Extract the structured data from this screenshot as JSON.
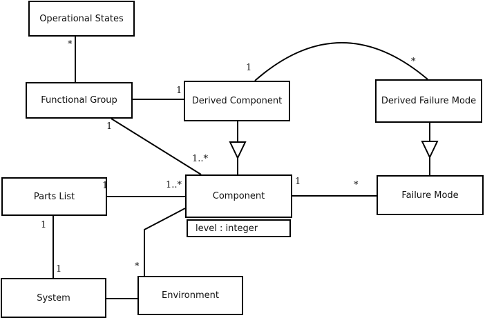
{
  "diagram": {
    "type": "uml-class-diagram",
    "colors": {
      "line": "#000000",
      "background": "#ffffff",
      "text": "#111111"
    },
    "nodes": {
      "operational_states": {
        "label": "Operational States"
      },
      "functional_group": {
        "label": "Functional Group"
      },
      "derived_component": {
        "label": "Derived Component"
      },
      "derived_failure_mode": {
        "label": "Derived Failure Mode"
      },
      "parts_list": {
        "label": "Parts List"
      },
      "component": {
        "label": "Component",
        "attributes": [
          "level : integer"
        ]
      },
      "failure_mode": {
        "label": "Failure Mode"
      },
      "system": {
        "label": "System"
      },
      "environment": {
        "label": "Environment"
      }
    },
    "multiplicities": {
      "os_fg_star": "*",
      "fg_dc_one": "1",
      "fg_comp_one": "1",
      "fg_comp_many": "1..*",
      "dc_dfm_one": "1",
      "dc_dfm_star": "*",
      "comp_fm_one": "1",
      "comp_fm_star": "*",
      "pl_comp_one": "1",
      "pl_comp_many": "1..*",
      "pl_sys_one_top": "1",
      "pl_sys_one_bottom": "1",
      "comp_env_star": "*"
    },
    "edges": [
      {
        "from": "Operational States",
        "to": "Functional Group",
        "type": "association",
        "from_end_multiplicity": "*"
      },
      {
        "from": "Functional Group",
        "to": "Derived Component",
        "type": "association",
        "to_end_multiplicity": "1"
      },
      {
        "from": "Functional Group",
        "to": "Component",
        "type": "association",
        "from_end_multiplicity": "1",
        "to_end_multiplicity": "1..*"
      },
      {
        "from": "Derived Component",
        "to": "Component",
        "type": "generalization"
      },
      {
        "from": "Derived Component",
        "to": "Derived Failure Mode",
        "type": "association",
        "style": "curved",
        "from_end_multiplicity": "1",
        "to_end_multiplicity": "*"
      },
      {
        "from": "Derived Failure Mode",
        "to": "Failure Mode",
        "type": "generalization"
      },
      {
        "from": "Component",
        "to": "Failure Mode",
        "type": "association",
        "from_end_multiplicity": "1",
        "to_end_multiplicity": "*"
      },
      {
        "from": "Parts List",
        "to": "Component",
        "type": "association",
        "from_end_multiplicity": "1",
        "to_end_multiplicity": "1..*"
      },
      {
        "from": "Parts List",
        "to": "System",
        "type": "association",
        "from_end_multiplicity": "1",
        "to_end_multiplicity": "1"
      },
      {
        "from": "Component",
        "to": "Environment",
        "type": "association",
        "to_end_multiplicity": "*"
      },
      {
        "from": "System",
        "to": "Environment",
        "type": "association"
      }
    ]
  }
}
